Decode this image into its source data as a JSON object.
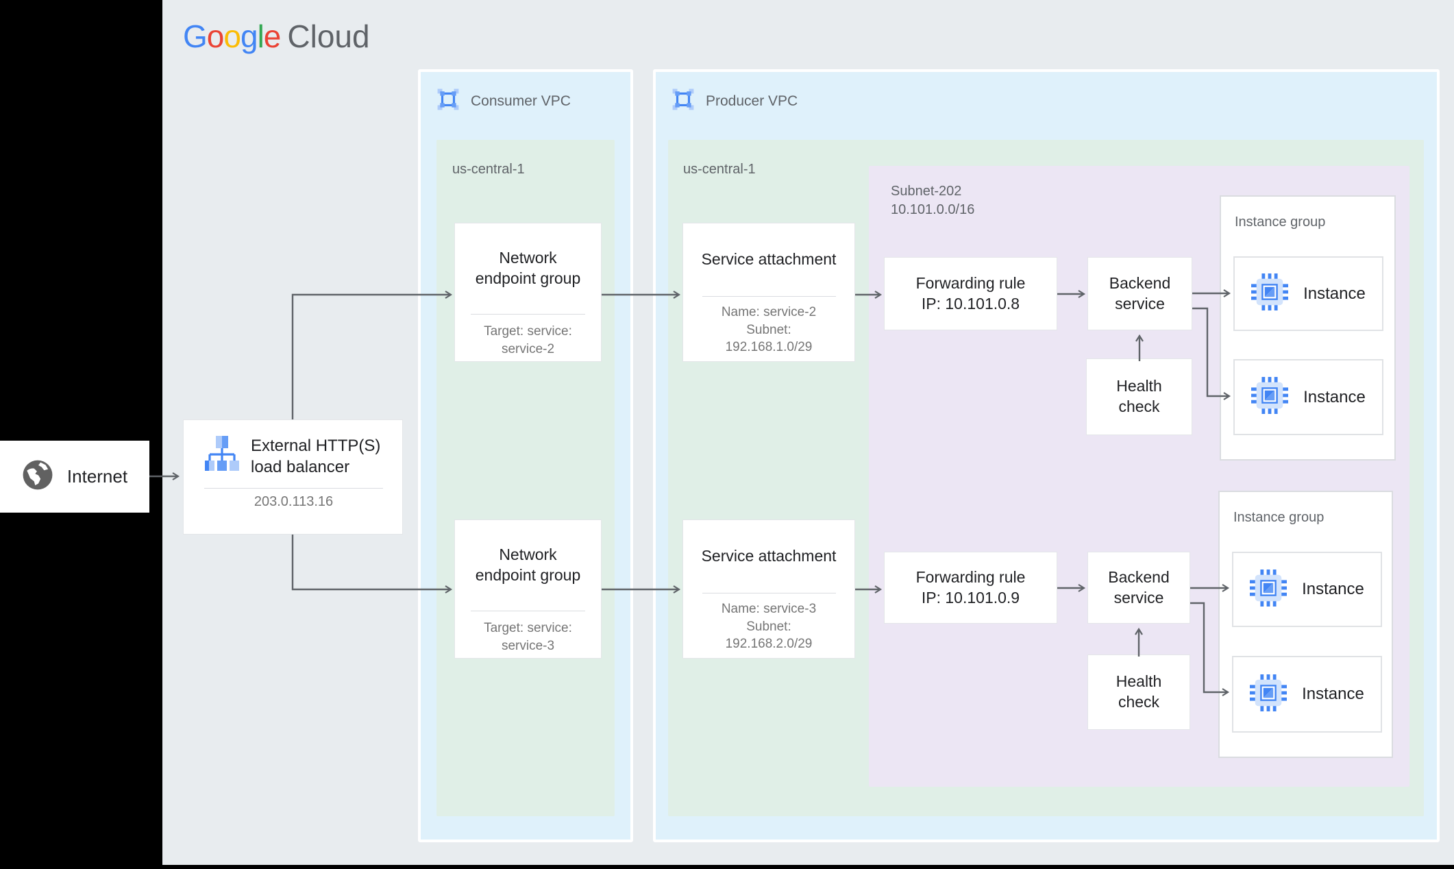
{
  "brand": {
    "letters": [
      "G",
      "o",
      "o",
      "g",
      "l",
      "e"
    ],
    "cloud": "Cloud",
    "colors": {
      "blue": "#4285F4",
      "red": "#EA4335",
      "yellow": "#FBBC05",
      "green": "#34A853",
      "gray": "#5f6368"
    }
  },
  "internet": {
    "label": "Internet"
  },
  "load_balancer": {
    "title_line1": "External HTTP(S)",
    "title_line2": "load balancer",
    "ip": "203.0.113.16"
  },
  "consumer_vpc": {
    "label": "Consumer VPC",
    "region": "us-central-1"
  },
  "producer_vpc": {
    "label": "Producer VPC",
    "region": "us-central-1"
  },
  "subnet": {
    "name": "Subnet-202",
    "cidr": "10.101.0.0/16"
  },
  "pipelines": [
    {
      "neg": {
        "title": "Network endpoint group",
        "target_line1": "Target: service:",
        "target_line2": "service-2"
      },
      "service_attachment": {
        "title": "Service attachment",
        "name": "Name: service-2",
        "subnet_label": "Subnet:",
        "subnet_cidr": "192.168.1.0/29"
      },
      "forwarding_rule": {
        "title": "Forwarding rule",
        "ip": "IP: 10.101.0.8"
      },
      "backend_service": {
        "line1": "Backend",
        "line2": "service"
      },
      "health_check": {
        "line1": "Health",
        "line2": "check"
      },
      "instance_group": {
        "label": "Instance group",
        "instances": [
          {
            "label": "Instance"
          },
          {
            "label": "Instance"
          }
        ]
      }
    },
    {
      "neg": {
        "title": "Network endpoint group",
        "target_line1": "Target: service:",
        "target_line2": "service-3"
      },
      "service_attachment": {
        "title": "Service attachment",
        "name": "Name: service-3",
        "subnet_label": "Subnet:",
        "subnet_cidr": "192.168.2.0/29"
      },
      "forwarding_rule": {
        "title": "Forwarding rule",
        "ip": "IP: 10.101.0.9"
      },
      "backend_service": {
        "line1": "Backend",
        "line2": "service"
      },
      "health_check": {
        "line1": "Health",
        "line2": "check"
      },
      "instance_group": {
        "label": "Instance group",
        "instances": [
          {
            "label": "Instance"
          },
          {
            "label": "Instance"
          }
        ]
      }
    }
  ],
  "icons": {
    "vpc": "vpc-network-icon",
    "globe": "internet-globe-icon",
    "load_balancer": "load-balancer-icon",
    "instance": "compute-instance-icon"
  },
  "colors": {
    "background": "#000000",
    "diagram_bg": "#e8ecef",
    "vpc_panel": "#dff1fb",
    "region_panel": "#e0efe7",
    "subnet_panel": "#ece6f4",
    "card": "#ffffff",
    "arrow": "#5f6368",
    "title_text": "#202124",
    "sub_text": "#757575",
    "label_text": "#5f6368"
  }
}
